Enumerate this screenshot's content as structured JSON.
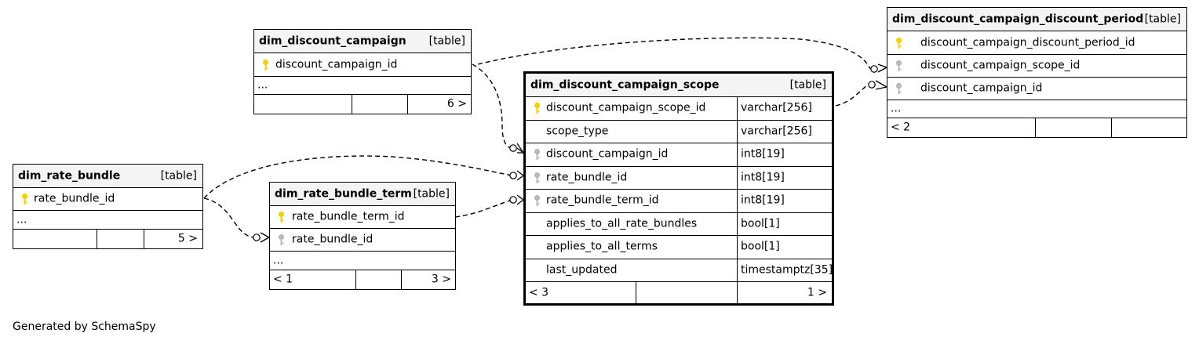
{
  "footer": "Generated by SchemaSpy",
  "colors": {
    "primary_key": "#f2d200",
    "foreign_key": "#b8b8b8",
    "header_bg": "#f4f4f4"
  },
  "tables": {
    "dim_discount_campaign": {
      "name": "dim_discount_campaign",
      "kind": "[table]",
      "columns": [
        {
          "name": "discount_campaign_id",
          "key": "primary"
        }
      ],
      "ellipsis": "...",
      "footer": {
        "parents": "",
        "mid": "",
        "children": "6 >"
      }
    },
    "dim_discount_campaign_scope": {
      "name": "dim_discount_campaign_scope",
      "kind": "[table]",
      "columns": [
        {
          "name": "discount_campaign_scope_id",
          "type": "varchar[256]",
          "key": "primary"
        },
        {
          "name": "scope_type",
          "type": "varchar[256]"
        },
        {
          "name": "discount_campaign_id",
          "type": "int8[19]",
          "key": "foreign"
        },
        {
          "name": "rate_bundle_id",
          "type": "int8[19]",
          "key": "foreign"
        },
        {
          "name": "rate_bundle_term_id",
          "type": "int8[19]",
          "key": "foreign"
        },
        {
          "name": "applies_to_all_rate_bundles",
          "type": "bool[1]"
        },
        {
          "name": "applies_to_all_terms",
          "type": "bool[1]"
        },
        {
          "name": "last_updated",
          "type": "timestamptz[35]"
        }
      ],
      "footer": {
        "parents": "< 3",
        "mid": "",
        "children": "1 >"
      }
    },
    "dim_discount_campaign_discount_period": {
      "name": "dim_discount_campaign_discount_period",
      "kind": "[table]",
      "columns": [
        {
          "name": "discount_campaign_discount_period_id",
          "key": "primary"
        },
        {
          "name": "discount_campaign_scope_id",
          "key": "foreign"
        },
        {
          "name": "discount_campaign_id",
          "key": "foreign"
        }
      ],
      "ellipsis": "...",
      "footer": {
        "parents": "< 2",
        "mid": "",
        "children": ""
      }
    },
    "dim_rate_bundle": {
      "name": "dim_rate_bundle",
      "kind": "[table]",
      "columns": [
        {
          "name": "rate_bundle_id",
          "key": "primary"
        }
      ],
      "ellipsis": "...",
      "footer": {
        "parents": "",
        "mid": "",
        "children": "5 >"
      }
    },
    "dim_rate_bundle_term": {
      "name": "dim_rate_bundle_term",
      "kind": "[table]",
      "columns": [
        {
          "name": "rate_bundle_term_id",
          "key": "primary"
        },
        {
          "name": "rate_bundle_id",
          "key": "foreign"
        }
      ],
      "ellipsis": "...",
      "footer": {
        "parents": "< 1",
        "mid": "",
        "children": "3 >"
      }
    }
  }
}
